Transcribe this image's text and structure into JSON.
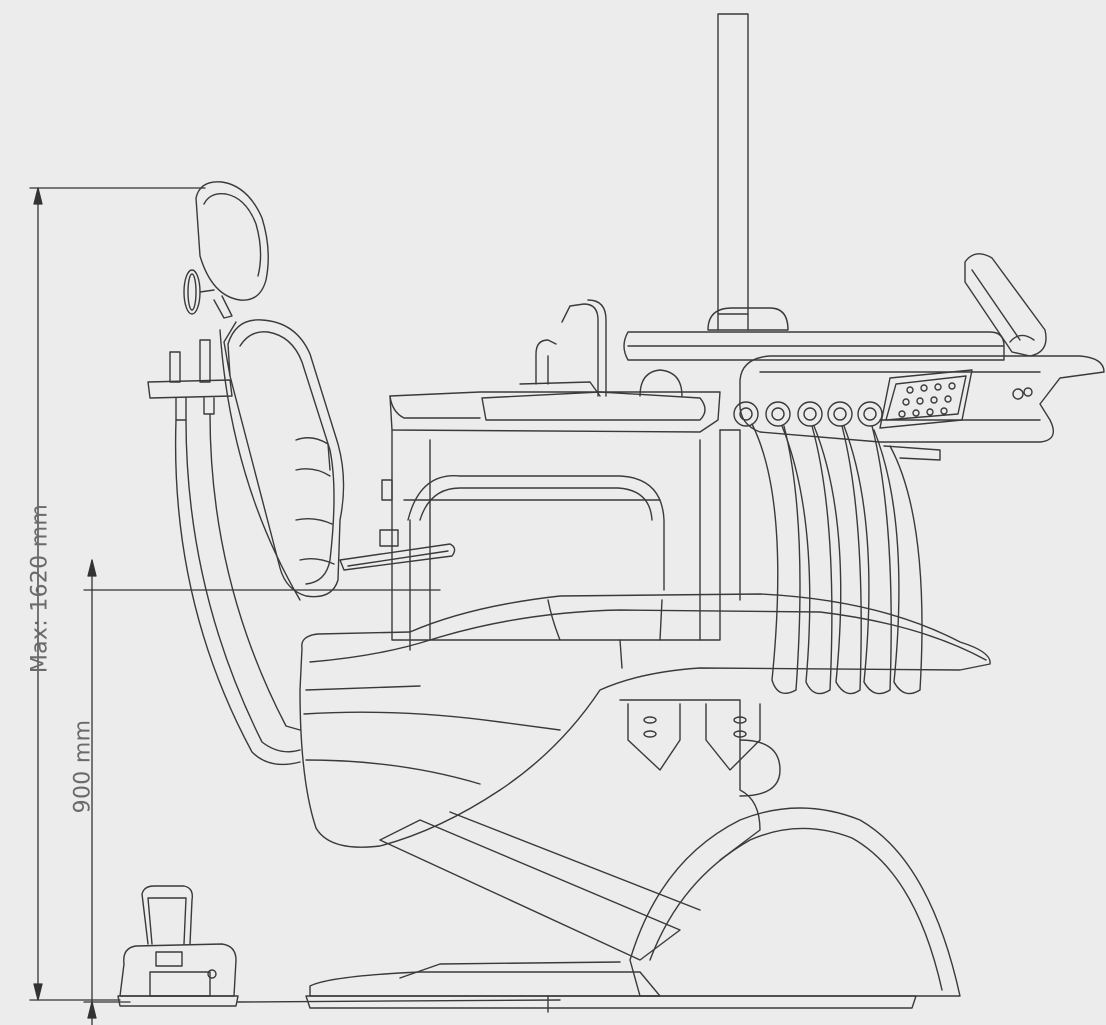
{
  "diagram": {
    "dimensions": [
      {
        "id": "max-height",
        "label": "Max: 1620 mm"
      },
      {
        "id": "seat-height",
        "label": "900 mm"
      }
    ]
  },
  "colors": {
    "background": "#ececec",
    "line": "#3a3a3a",
    "dimension_text": "#6a6a6a"
  }
}
